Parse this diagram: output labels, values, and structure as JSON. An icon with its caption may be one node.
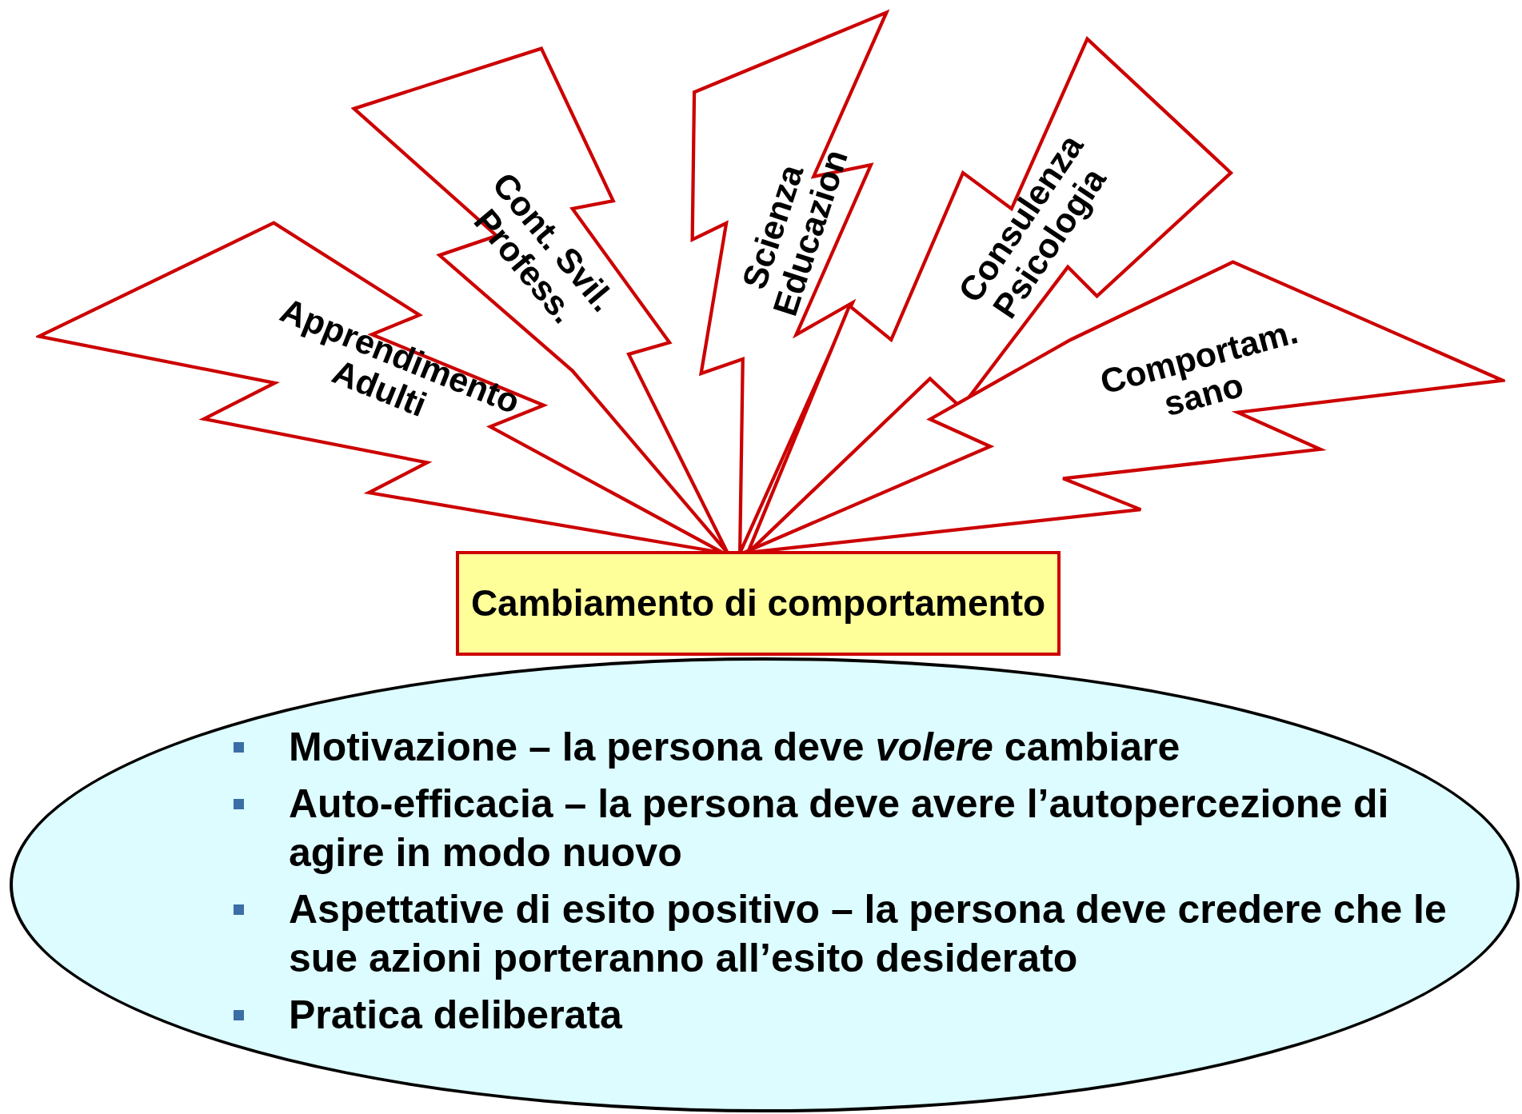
{
  "diagram": {
    "nodes": [
      {
        "text": [
          "Apprendimento Adulti"
        ]
      },
      {
        "text": [
          "Cont. Svil. Profess."
        ]
      },
      {
        "text": [
          "Scienza Educazion"
        ]
      },
      {
        "text": [
          "Consulenza Psicologia"
        ]
      },
      {
        "text": [
          "Comportam. sano"
        ]
      },
      {
        "text": [
          "Cambiamento di comportamento"
        ]
      },
      {
        "text": [
          "Motivazione – la persona deve *volere* cambiare",
          "Auto-efficacia – la persona deve avere l’autopercezione di agire in modo nuovo",
          "Aspettative di esito positivo – la persona deve credere che le sue azioni porteranno all’esito desiderato",
          "Pratica deliberata"
        ]
      }
    ]
  }
}
